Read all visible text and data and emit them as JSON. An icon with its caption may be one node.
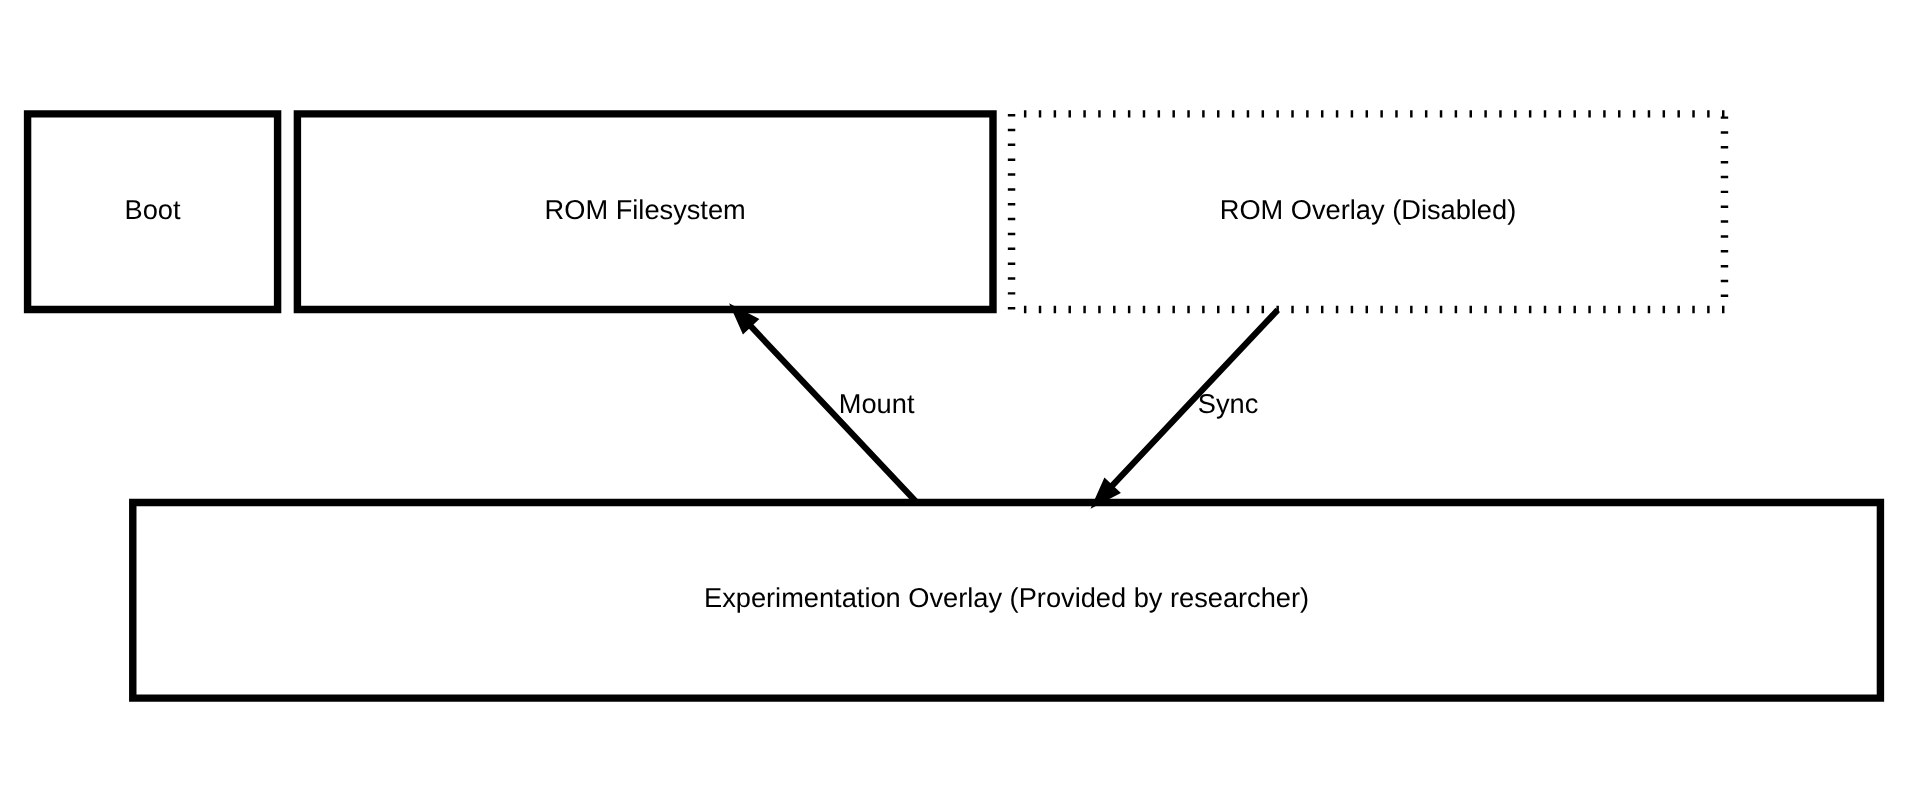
{
  "diagram": {
    "nodes": [
      {
        "text": [
          "Boot"
        ]
      },
      {
        "text": [
          "ROM Filesystem"
        ]
      },
      {
        "text": [
          "ROM Overlay (Disabled)"
        ]
      },
      {
        "text": [
          "Experimentation Overlay (Provided by researcher)"
        ]
      }
    ],
    "edges": [
      {
        "from": 3,
        "to": 1,
        "arrow": "to",
        "label": "Mount"
      },
      {
        "from": 2,
        "to": 3,
        "arrow": "to",
        "label": "Sync"
      }
    ]
  }
}
